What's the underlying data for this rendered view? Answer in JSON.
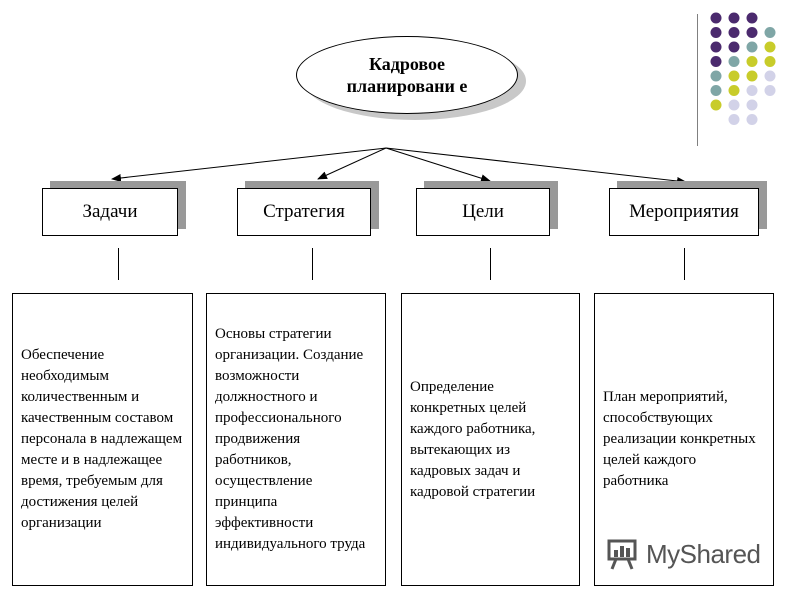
{
  "title": "Кадровое планировани е",
  "headers": [
    {
      "label": "Задачи"
    },
    {
      "label": "Стратегия"
    },
    {
      "label": "Цели"
    },
    {
      "label": "Мероприятия"
    }
  ],
  "boxes": [
    {
      "text": "Обеспечение необходимым количественным и качественным составом персонала в надлежащем месте и в надлежащее время, требуемым для достижения целей организации"
    },
    {
      "text": "Основы стратегии организации. Создание возможности должностного и профессионального продвижения работников, осуществление принципа эффективности индивидуального труда"
    },
    {
      "text": "Определение конкретных целей каждого работника, вытекающих из кадровых задач и кадровой стратегии"
    },
    {
      "text": "План мероприятий, способствующих реализации конкретных целей каждого работника"
    }
  ],
  "watermark": "MyShared",
  "colors": {
    "dot_purple": "#4b2a6e",
    "dot_teal": "#7fa6a6",
    "dot_yellow": "#c8cc2a",
    "dot_lavender": "#d2d2e8"
  }
}
